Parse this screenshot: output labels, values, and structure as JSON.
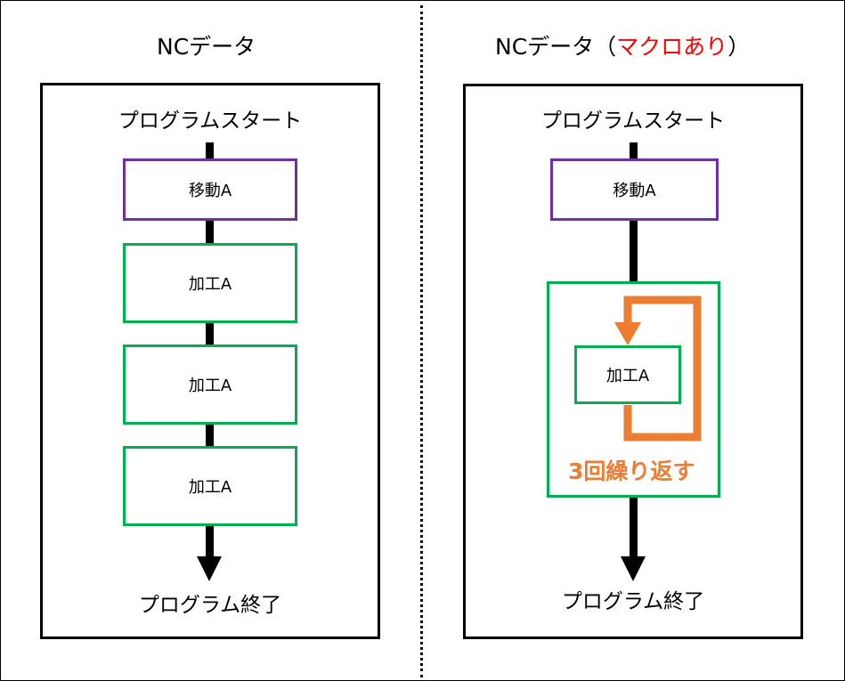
{
  "left": {
    "title": "NCデータ",
    "start": "プログラムスタート",
    "move": "移動A",
    "process": [
      "加工A",
      "加工A",
      "加工A"
    ],
    "end": "プログラム終了"
  },
  "right": {
    "title_prefix": "NCデータ（",
    "title_highlight": "マクロあり",
    "title_suffix": "）",
    "start": "プログラムスタート",
    "move": "移動A",
    "process": "加工A",
    "repeat_label": "3回繰り返す",
    "end": "プログラム終了"
  },
  "colors": {
    "move_border": "#7030a0",
    "process_border": "#00b050",
    "loop": "#ed7d31",
    "highlight": "#ff0000"
  }
}
